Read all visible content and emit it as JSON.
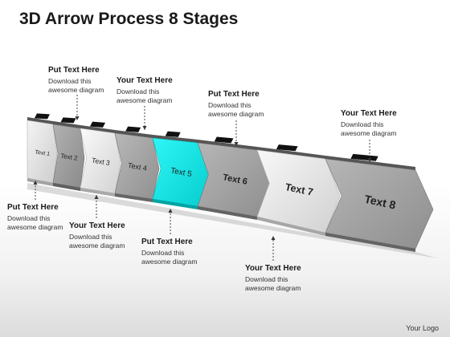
{
  "title": "3D Arrow Process 8 Stages",
  "stages": [
    {
      "label": "Text 1",
      "color": "#dedede"
    },
    {
      "label": "Text 2",
      "color": "#9c9c9c"
    },
    {
      "label": "Text 3",
      "color": "#e4e4e4"
    },
    {
      "label": "Text 4",
      "color": "#a2a2a2"
    },
    {
      "label": "Text 5",
      "color": "#18e0e0"
    },
    {
      "label": "Text 6",
      "color": "#a0a0a0"
    },
    {
      "label": "Text 7",
      "color": "#e2e2e2"
    },
    {
      "label": "Text 8",
      "color": "#a0a0a0"
    }
  ],
  "annotations": [
    {
      "heading": "Put Text Here",
      "body": "Download this awesome diagram"
    },
    {
      "heading": "Your Text Here",
      "body": "Download this awesome diagram"
    },
    {
      "heading": "Put Text Here",
      "body": "Download this awesome diagram"
    },
    {
      "heading": "Your Text Here",
      "body": "Download this awesome diagram"
    },
    {
      "heading": "Put Text Here",
      "body": "Download this awesome diagram"
    },
    {
      "heading": "Your Text Here",
      "body": "Download this awesome diagram"
    },
    {
      "heading": "Put Text Here",
      "body": "Download this awesome diagram"
    },
    {
      "heading": "Your Text Here",
      "body": "Download this awesome diagram"
    }
  ],
  "footer": {
    "logo": "Your Logo"
  }
}
